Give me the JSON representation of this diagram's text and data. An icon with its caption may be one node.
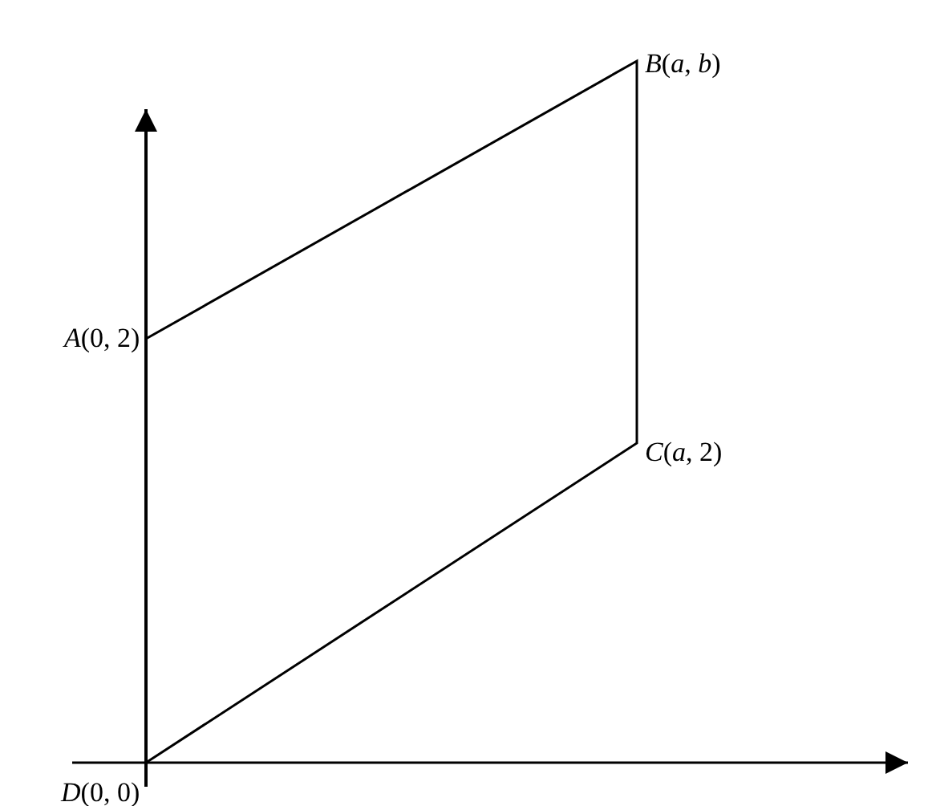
{
  "diagram": {
    "labels": [
      "*B*(*a*, *b*)",
      "*A*(0, 2)",
      "*C*(*a*, 2)",
      "*D*(0, 0)"
    ]
  }
}
